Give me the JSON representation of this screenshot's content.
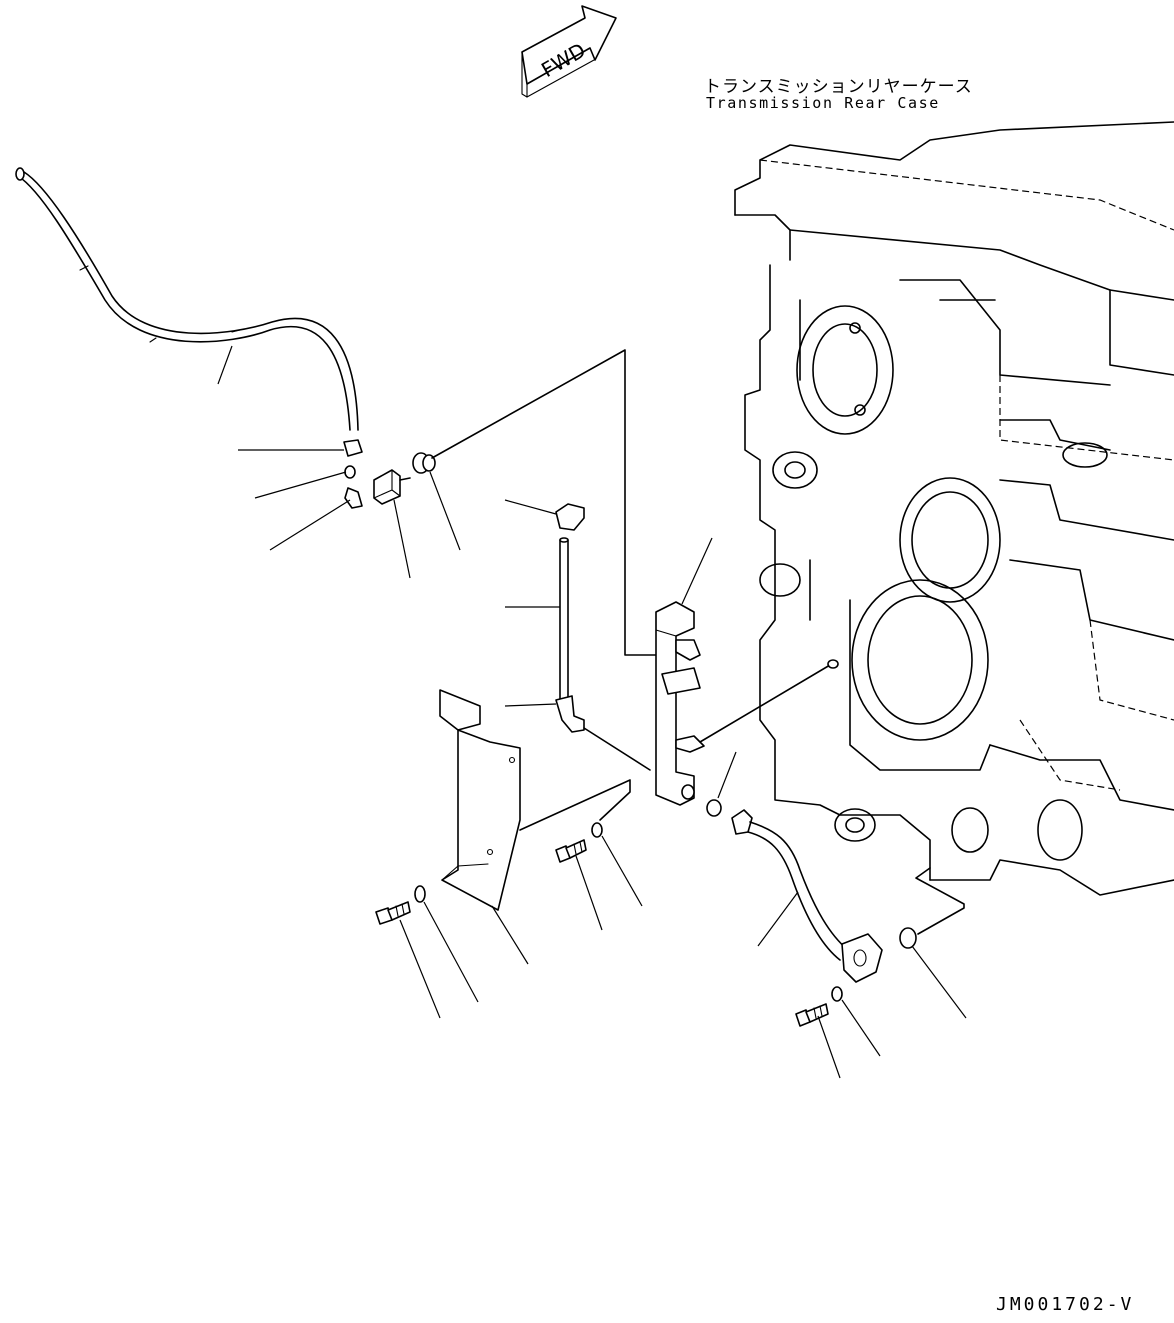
{
  "labels": {
    "forward_arrow": "FWD",
    "case_japanese": "トランスミッションリヤーケース",
    "case_english": "Transmission Rear Case",
    "drawing_code": "JM001702-V"
  },
  "colors": {
    "line": "#000000",
    "background": "#ffffff"
  },
  "icons": [
    "forward-arrow-icon"
  ]
}
